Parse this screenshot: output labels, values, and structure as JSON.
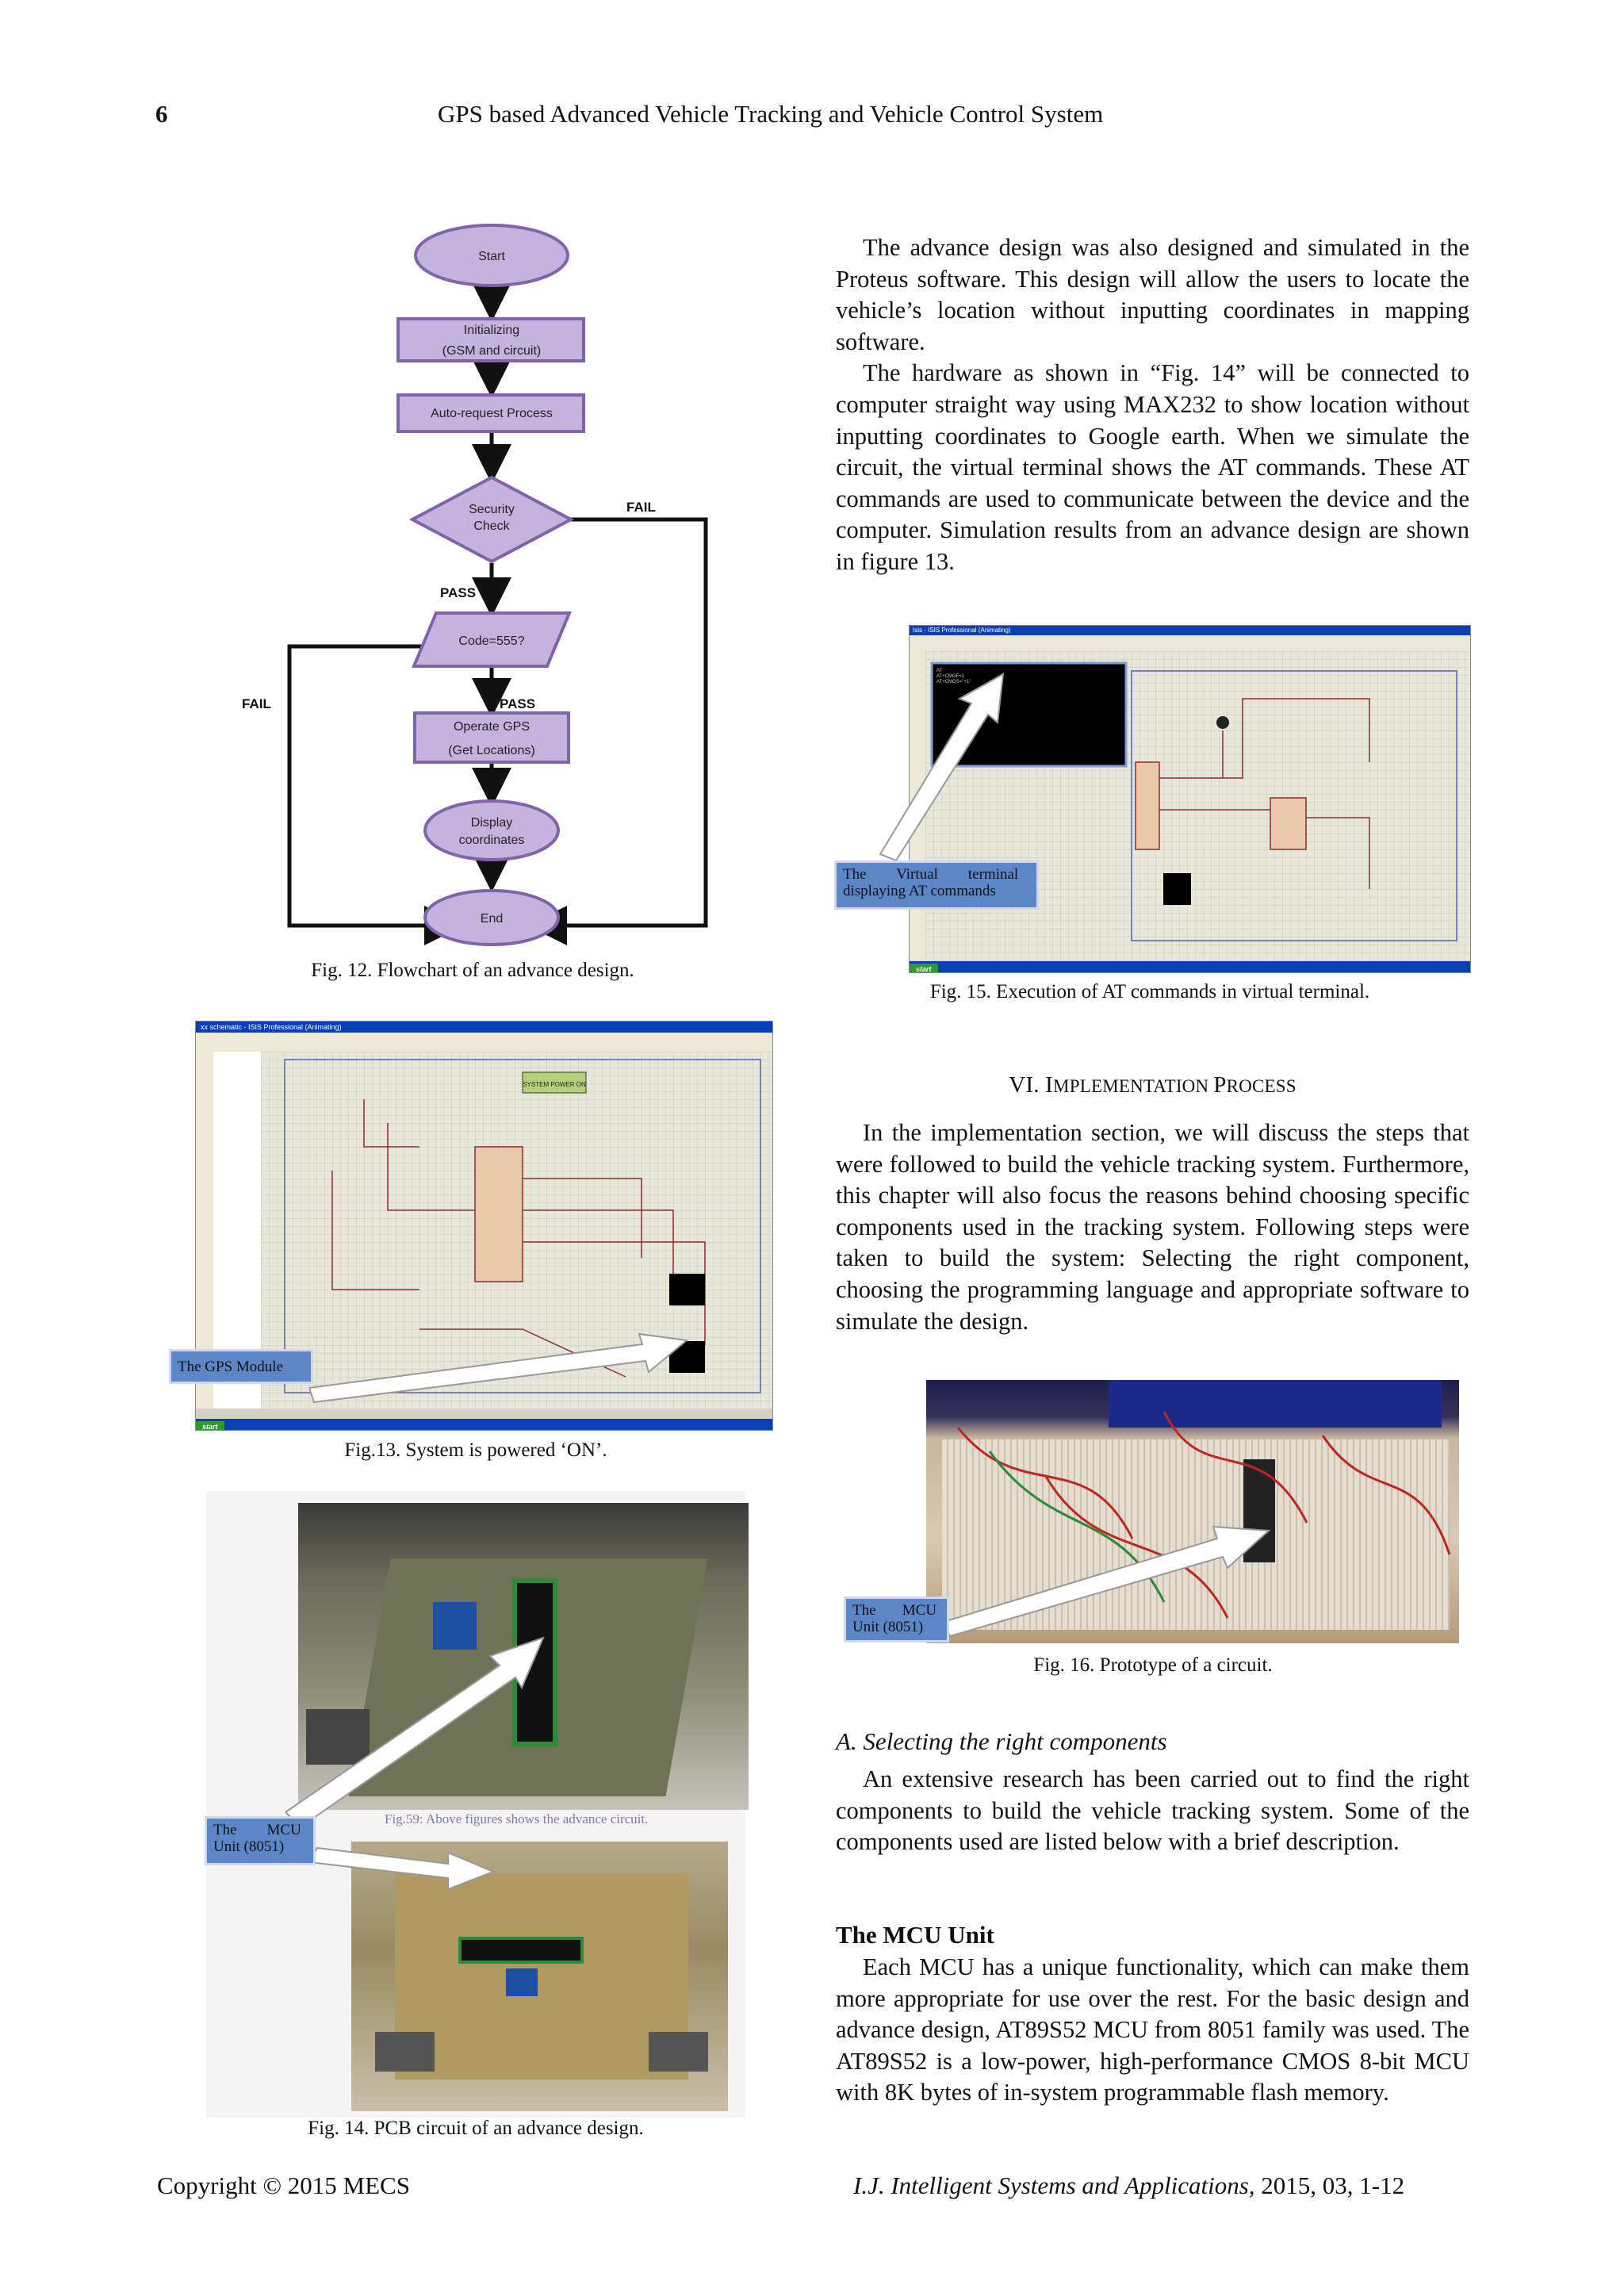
{
  "header": {
    "page_number": "6",
    "running_title": "GPS based Advanced Vehicle Tracking and Vehicle Control System"
  },
  "figures": {
    "fig12": {
      "caption": "Fig. 12. Flowchart of an advance design.",
      "nodes": {
        "start": "Start",
        "init_line1": "Initializing",
        "init_line2": "(GSM and circuit)",
        "auto": "Auto-request  Process",
        "security_line1": "Security",
        "security_line2": "Check",
        "code": "Code=555?",
        "gps_line1": "Operate GPS",
        "gps_line2": "(Get Locations)",
        "display_line1": "Display",
        "display_line2": "coordinates",
        "end": "End"
      },
      "edges": {
        "fail_1": "FAIL",
        "pass_1": "PASS",
        "fail_2": "FAIL",
        "pass_2": "PASS"
      }
    },
    "fig13": {
      "caption": "Fig.13. System is powered ‘ON’.",
      "window_title": "xx schematic - ISIS Professional (Animating)",
      "lcd_line": "SYSTEM POWER ON",
      "callout": "The GPS Module",
      "taskbar_start": "start"
    },
    "fig14": {
      "caption": "Fig. 14. PCB circuit of an advance design.",
      "inner_caption": "Fig.59: Above figures shows the advance circuit.",
      "callout_line1": "The        MCU",
      "callout_line2": "Unit (8051)"
    },
    "fig15": {
      "caption": "Fig. 15. Execution of AT commands in virtual terminal.",
      "window_title": "Isis - ISIS Professional (Animating)",
      "callout_line1": "The        Virtual        terminal",
      "callout_line2": "displaying AT commands",
      "taskbar_start": "start"
    },
    "fig16": {
      "caption": "Fig. 16. Prototype of a circuit.",
      "callout_line1": "The       MCU",
      "callout_line2": "Unit (8051)"
    }
  },
  "right_column": {
    "para1": "The advance design was also designed and simulated in the Proteus software. This design will allow the users to locate the vehicle’s location without inputting coordinates in mapping software.",
    "para2": "The hardware as shown in “Fig. 14” will be connected to computer straight way using MAX232 to show location without inputting coordinates to Google earth. When we simulate the circuit, the virtual terminal shows the AT commands. These AT commands are used to communicate between the device and the computer. Simulation results from an advance design are shown in figure 13.",
    "section_title_num": "VI. I",
    "section_title_a": "MPLEMENTATION ",
    "section_title_p": "P",
    "section_title_b": "ROCESS",
    "para3": "In the implementation section, we will discuss the steps that were followed to build the vehicle tracking system. Furthermore, this chapter will also focus the reasons behind choosing specific components used in the tracking system. Following steps were taken to build the system: Selecting the right component, choosing the programming language and appropriate software to simulate the design.",
    "subsection": "A. Selecting the right components",
    "para4": "An extensive research has been carried out to find the right components to build the vehicle tracking system. Some of the components used are listed below with a brief description.",
    "mcu_heading": "The MCU Unit",
    "para5": "Each MCU has a unique functionality, which can make them more appropriate for use over the rest. For the basic design and advance design, AT89S52 MCU from 8051 family was used. The AT89S52 is a low-power, high-performance CMOS 8-bit MCU with 8K bytes of in-system programmable flash memory."
  },
  "footer": {
    "copyright": "Copyright © 2015 MECS",
    "journal": "I.J. Intelligent Systems and Applications,",
    "issue": " 2015, 03, 1-12"
  },
  "colors": {
    "flow_fill": "#c3b3dd",
    "flow_stroke": "#8063ab",
    "callout_blue": "#5b87c9",
    "schematic_bg": "#e7e7d9",
    "xp_blue": "#0a3fb5"
  }
}
